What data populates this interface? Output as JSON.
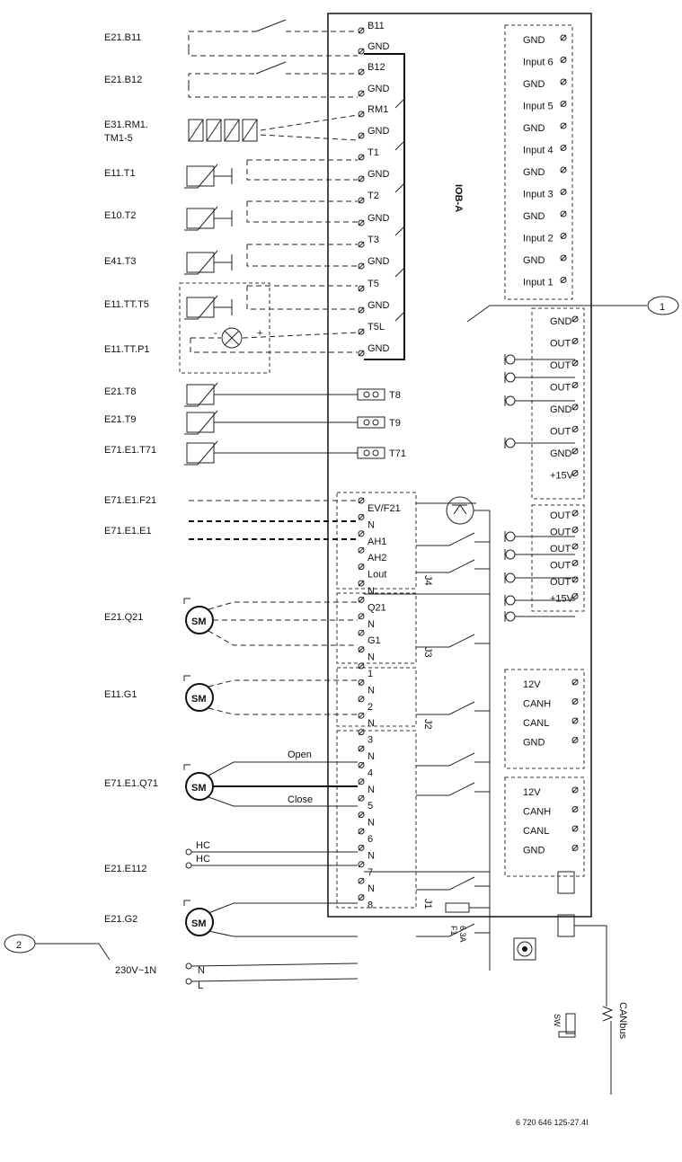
{
  "left_labels": [
    "E21.B11",
    "E21.B12",
    "E31.RM1.",
    "TM1-5",
    "E11.T1",
    "E10.T2",
    "E41.T3",
    "E11.TT.T5",
    "E11.TT.P1",
    "E21.T8",
    "E21.T9",
    "E71.E1.T71",
    "E71.E1.F21",
    "E71.E1.E1",
    "E21.Q21",
    "E11.G1",
    "E71.E1.Q71",
    "E21.E112",
    "E21.G2",
    "230V~1N"
  ],
  "terminals_top": [
    "B11",
    "GND",
    "B12",
    "GND",
    "RM1",
    "GND",
    "T1",
    "GND",
    "T2",
    "GND",
    "T3",
    "GND",
    "T5",
    "GND",
    "T5L",
    "GND"
  ],
  "plug_terms": [
    "T8",
    "T9",
    "T71"
  ],
  "terminals_bottom": [
    "EV/F21",
    "N",
    "AH1",
    "AH2",
    "Lout",
    "N",
    "Q21",
    "N",
    "G1",
    "N",
    "1",
    "N",
    "2",
    "N",
    "3",
    "N",
    "4",
    "N",
    "5",
    "N",
    "6",
    "N",
    "7",
    "N",
    "8"
  ],
  "connector_labels": [
    "J4",
    "J3",
    "J2",
    "J1"
  ],
  "inputs_block": [
    "GND",
    "Input 6",
    "GND",
    "Input 5",
    "GND",
    "Input 4",
    "GND",
    "Input 3",
    "GND",
    "Input 2",
    "GND",
    "Input 1"
  ],
  "out_block1": [
    "GND",
    "OUT",
    "OUT",
    "OUT",
    "GND",
    "OUT",
    "GND",
    "+15V"
  ],
  "out_block2": [
    "OUT",
    "OUT",
    "OUT",
    "OUT",
    "OUT",
    "+15V"
  ],
  "can_block1": [
    "12V",
    "CANH",
    "CANL",
    "GND"
  ],
  "can_block2": [
    "12V",
    "CANH",
    "CANL",
    "GND"
  ],
  "board_label": "IOB-A",
  "valve_labels": {
    "open": "Open",
    "close": "Close"
  },
  "hc_labels": [
    "HC",
    "HC"
  ],
  "mains": [
    "N",
    "L"
  ],
  "fuse": [
    "F1",
    "6.3A"
  ],
  "sw": "SW",
  "canbus": "CANbus",
  "motor": "SM",
  "lamp_signs": [
    "-",
    "+"
  ],
  "callouts": [
    "1",
    "2"
  ],
  "doc_number": "6 720 646 125-27.4I"
}
